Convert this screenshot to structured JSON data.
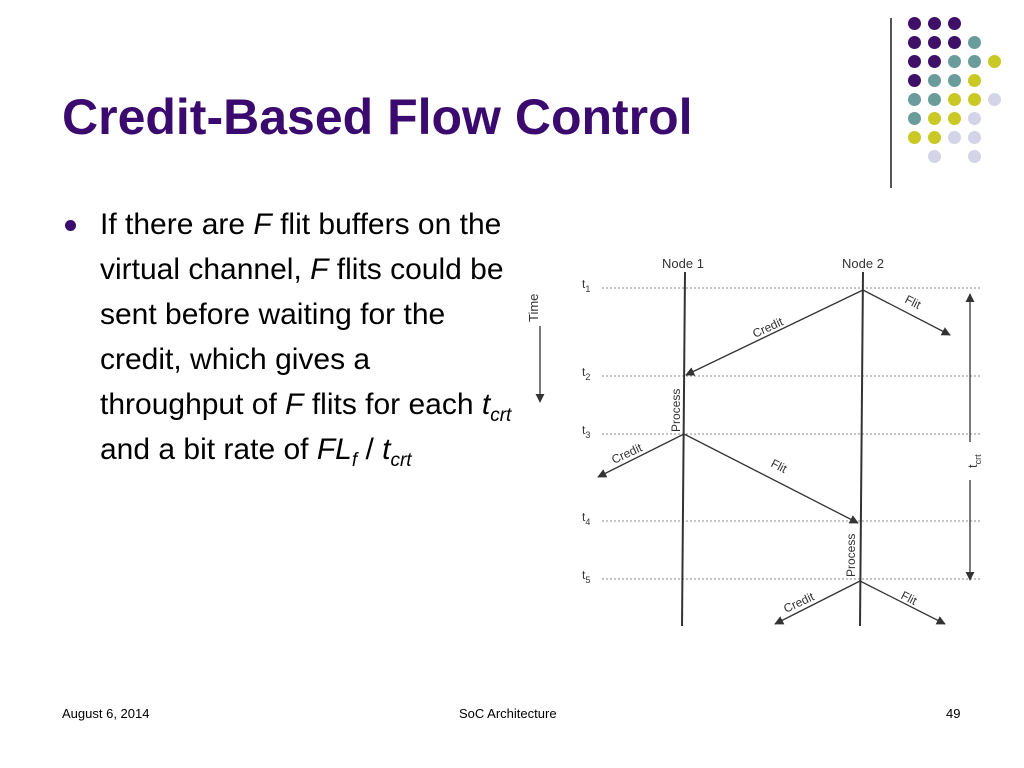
{
  "slide": {
    "title": "Credit-Based Flow Control",
    "bullet": {
      "t1": "If there are ",
      "F1": "F",
      "t2": " flit buffers on the virtual channel, ",
      "F2": "F",
      "t3": " flits could be sent before waiting for the credit, which gives a throughput of ",
      "F3": "F",
      "t4": " flits for each ",
      "tcrt_t": "t",
      "tcrt_sub": "crt",
      "t5": " and a bit rate of ",
      "FL": "FL",
      "FL_sub": "f",
      "slash": " / ",
      "tcrt2_t": "t",
      "tcrt2_sub": "crt"
    },
    "diagram": {
      "node1": "Node 1",
      "node2": "Node 2",
      "time": "Time",
      "t_labels": [
        {
          "t": "t",
          "sub": "1"
        },
        {
          "t": "t",
          "sub": "2"
        },
        {
          "t": "t",
          "sub": "3"
        },
        {
          "t": "t",
          "sub": "4"
        },
        {
          "t": "t",
          "sub": "5"
        }
      ],
      "credit": "Credit",
      "flit": "Flit",
      "process": "Process",
      "tcrt": {
        "t": "t",
        "sub": "crt"
      }
    },
    "footer": {
      "date": "August 6, 2014",
      "center": "SoC Architecture",
      "page": "49"
    },
    "colors": {
      "title": "#3a0a6e",
      "dot_purple": "#3f1068",
      "dot_teal": "#6b9c9c",
      "dot_yellow": "#c9c825",
      "dot_lavender": "#d4d4e8"
    }
  }
}
